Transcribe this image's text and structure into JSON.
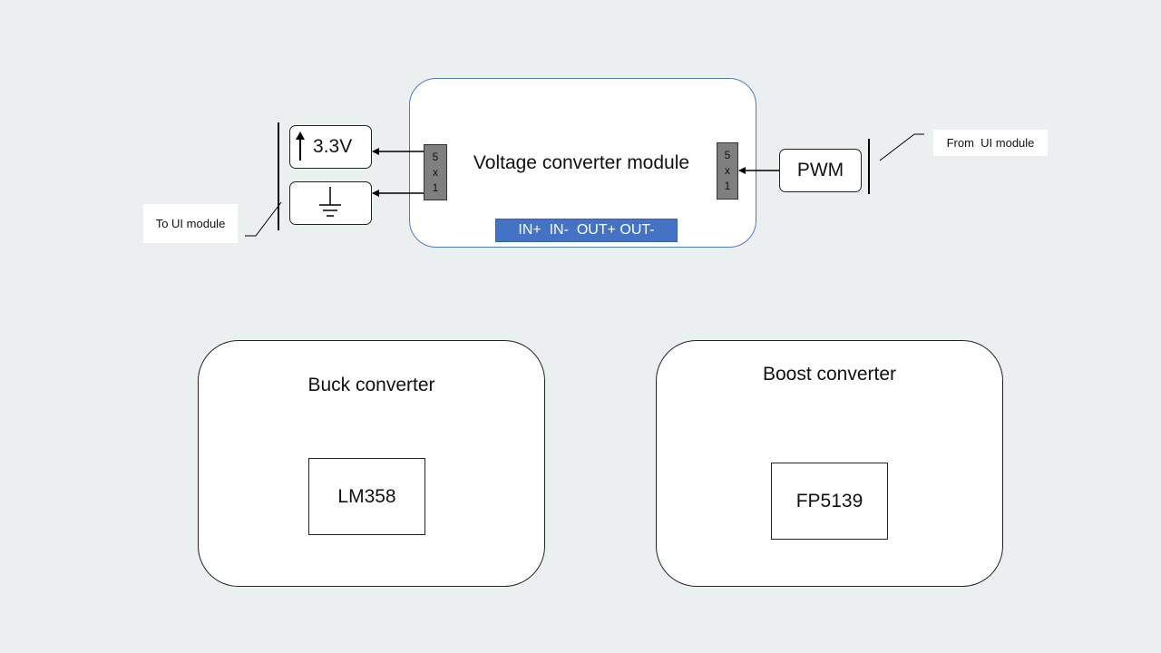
{
  "main_module": {
    "title": "Voltage converter module",
    "connector_left": {
      "lines": [
        "5",
        "x",
        "1"
      ]
    },
    "connector_right": {
      "lines": [
        "5",
        "x",
        "1"
      ]
    },
    "pins": "IN+  IN-  OUT+ OUT-"
  },
  "left_outputs": {
    "power_label": "3.3V",
    "power_icon": "arrow-up-icon",
    "ground_icon": "ground-icon"
  },
  "right_input": {
    "label": "PWM"
  },
  "callouts": {
    "to_ui": "To UI module",
    "from_ui": "From  UI module"
  },
  "buck": {
    "title": "Buck converter",
    "chip": "LM358"
  },
  "boost": {
    "title": "Boost converter",
    "chip": "FP5139"
  },
  "colors": {
    "background": "#ebeff0",
    "module_border": "#4f7bc0",
    "pin_bar": "#4472c4",
    "connector": "#7f7f7f"
  }
}
